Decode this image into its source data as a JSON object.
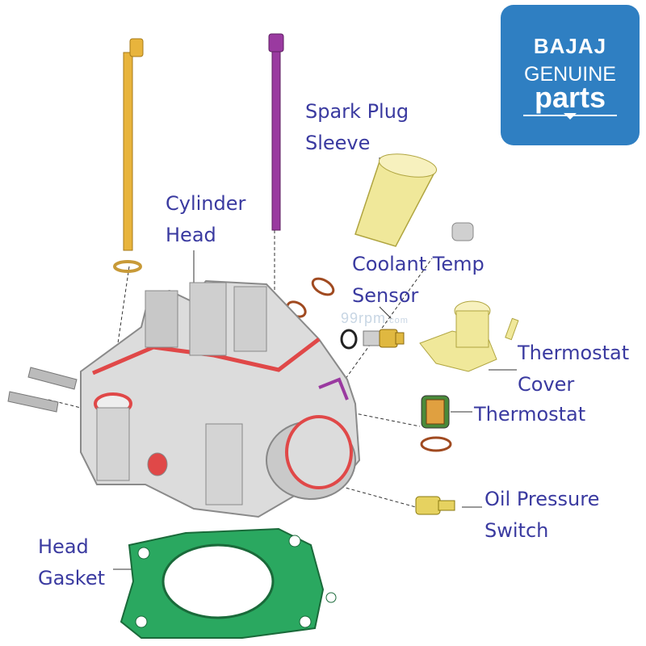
{
  "logo": {
    "brand": "BAJAJ",
    "line1": "GENUINE",
    "line2": "parts",
    "color": "#2f7fc2"
  },
  "watermark": {
    "main": "99rpm",
    "suffix": ".com"
  },
  "labels": {
    "spark_plug_sleeve": [
      "Spark Plug",
      "Sleeve"
    ],
    "cylinder_head": [
      "Cylinder",
      "Head"
    ],
    "coolant_temp_sensor": [
      "Coolant Temp",
      "Sensor"
    ],
    "thermostat_cover": [
      "Thermostat",
      "Cover"
    ],
    "thermostat": [
      "Thermostat"
    ],
    "oil_pressure_switch": [
      "Oil Pressure",
      "Switch"
    ],
    "head_gasket": [
      "Head",
      "Gasket"
    ]
  },
  "colors": {
    "label_text": "#3a3aa0",
    "bolt_gold": "#e8b43c",
    "bolt_purple": "#9a3aa0",
    "head_body": "#dcdcdc",
    "seal_red": "#e04848",
    "part_yellow": "#f0e89a",
    "gasket_green": "#2aa860"
  }
}
